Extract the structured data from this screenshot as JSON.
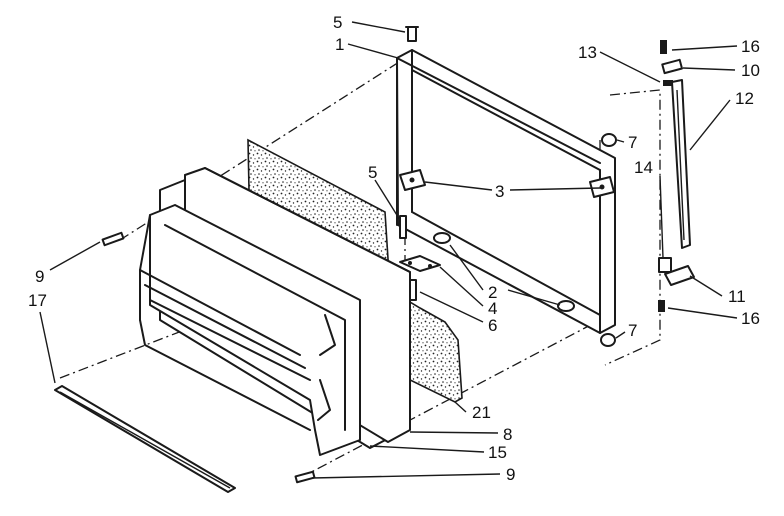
{
  "labels": {
    "l1": "1",
    "l2": "2",
    "l3": "3",
    "l4": "4",
    "l5a": "5",
    "l5b": "5",
    "l6": "6",
    "l7a": "7",
    "l7b": "7",
    "l8": "8",
    "l9a": "9",
    "l9b": "9",
    "l10": "10",
    "l11": "11",
    "l12": "12",
    "l13": "13",
    "l14": "14",
    "l15": "15",
    "l16a": "16",
    "l16b": "16",
    "l17": "17",
    "l21": "21"
  }
}
